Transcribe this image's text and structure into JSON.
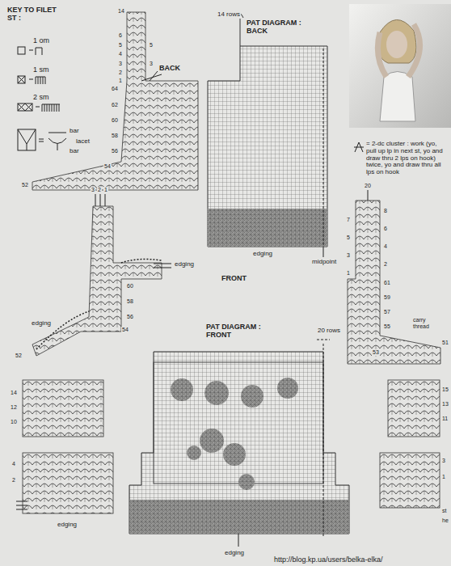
{
  "diagram": {
    "labels": [
      "KEY TO FILET ST :",
      "bar",
      "lacet",
      "bar",
      "14 rows",
      "PAT DIAGRAM : BACK",
      "BACK",
      "14",
      "6",
      "5",
      "4",
      "3",
      "2",
      "1",
      "5",
      "3",
      "64",
      "62",
      "60",
      "58",
      "56",
      "54",
      "52",
      "edging",
      "midpoint",
      "20",
      "8",
      "7",
      "6",
      "5",
      "4",
      "3",
      "2",
      "1",
      "61",
      "59",
      "57",
      "55",
      "53",
      "51",
      "carry thread",
      "3",
      "2",
      "1",
      "edging",
      "FRONT",
      "60",
      "58",
      "56",
      "54",
      "52",
      "edging",
      "PAT DIAGRAM : FRONT",
      "20 rows",
      "14",
      "12",
      "10",
      "4",
      "2",
      "edging",
      "15",
      "13",
      "11",
      "3",
      "1",
      "st",
      "he",
      "edging",
      "http://blog.kp.ua/users/belka-elka/"
    ],
    "legend": [
      {
        "text": "1 om"
      },
      {
        "text": "1 sm"
      },
      {
        "text": "2 sm"
      },
      {
        "text": "= 2-dc cluster : work (yo, pull up lp in next st, yo and draw thru 2 lps on hook) twice, yo and draw thru all lps on hook"
      }
    ]
  }
}
